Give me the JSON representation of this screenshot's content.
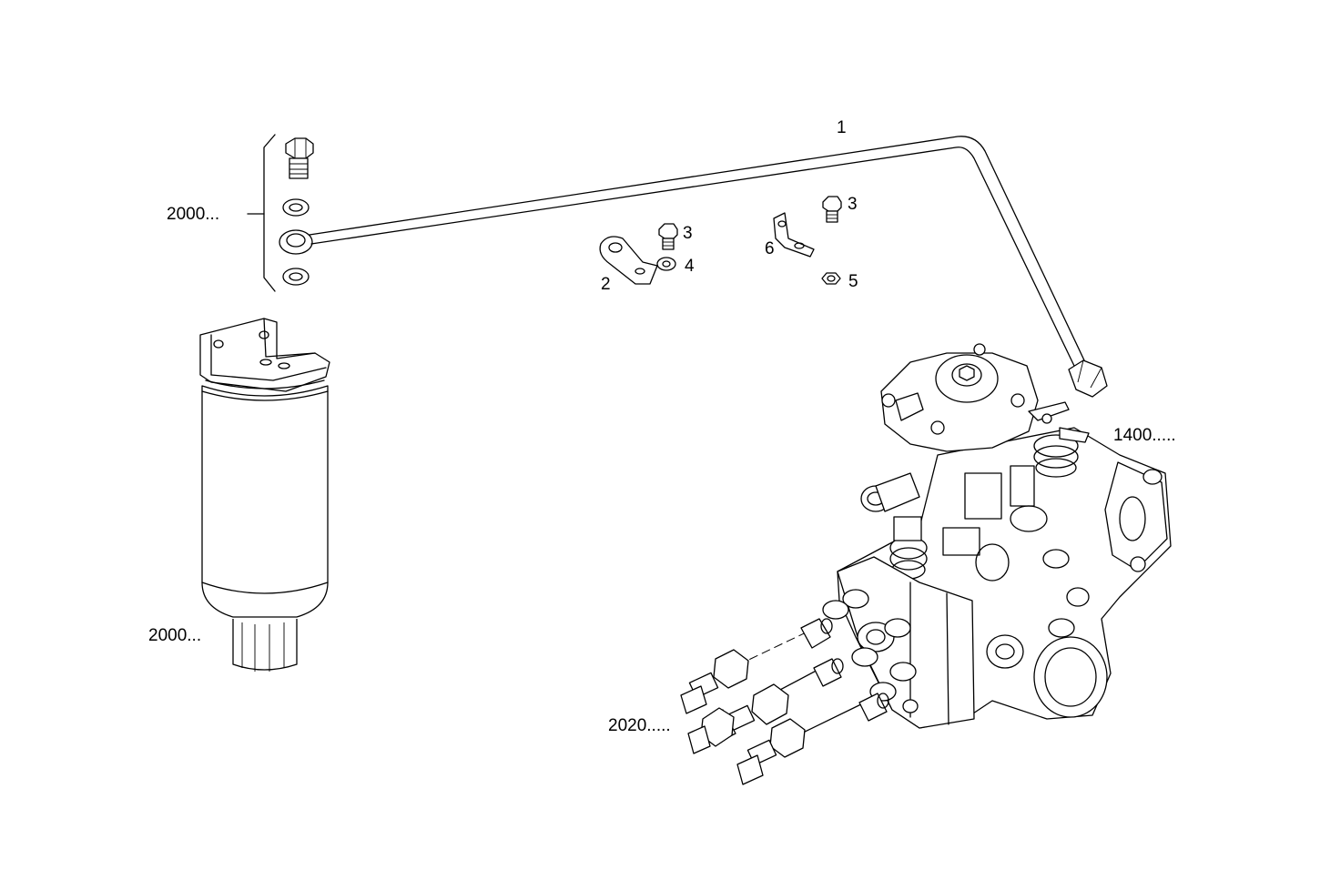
{
  "callouts": {
    "pipe": "1",
    "clamp": "2",
    "screw_a": "3",
    "screw_b": "3",
    "washer": "4",
    "nut": "5",
    "bracket": "6",
    "banjo_kit": "2000...",
    "filter": "2000...",
    "pump": "1400.....",
    "injector_pipes": "2020....."
  }
}
